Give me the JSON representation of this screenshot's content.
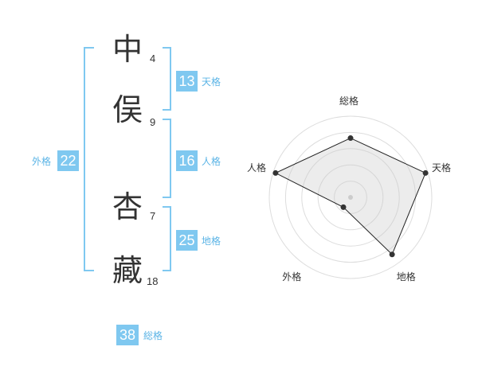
{
  "name": {
    "chars": [
      {
        "char": "中",
        "strokes": "4"
      },
      {
        "char": "俣",
        "strokes": "9"
      },
      {
        "char": "杏",
        "strokes": "7"
      },
      {
        "char": "藏",
        "strokes": "18"
      }
    ]
  },
  "kakusu": {
    "tenkaku": {
      "value": "13",
      "label": "天格"
    },
    "jinkaku": {
      "value": "16",
      "label": "人格"
    },
    "chikaku": {
      "value": "25",
      "label": "地格"
    },
    "gaikaku": {
      "value": "22",
      "label": "外格"
    },
    "soukaku": {
      "value": "38",
      "label": "総格"
    }
  },
  "colors": {
    "accent": "#7fc8f0",
    "label": "#5bb4e6",
    "bracket": "#7fc8f0",
    "text": "#333333"
  },
  "chart_data": {
    "type": "radar",
    "axes": [
      "総格",
      "天格",
      "地格",
      "外格",
      "人格"
    ],
    "values": [
      0.73,
      0.97,
      0.87,
      0.15,
      0.97
    ],
    "range": [
      0,
      1
    ],
    "grid": true,
    "grid_rings": 5
  }
}
